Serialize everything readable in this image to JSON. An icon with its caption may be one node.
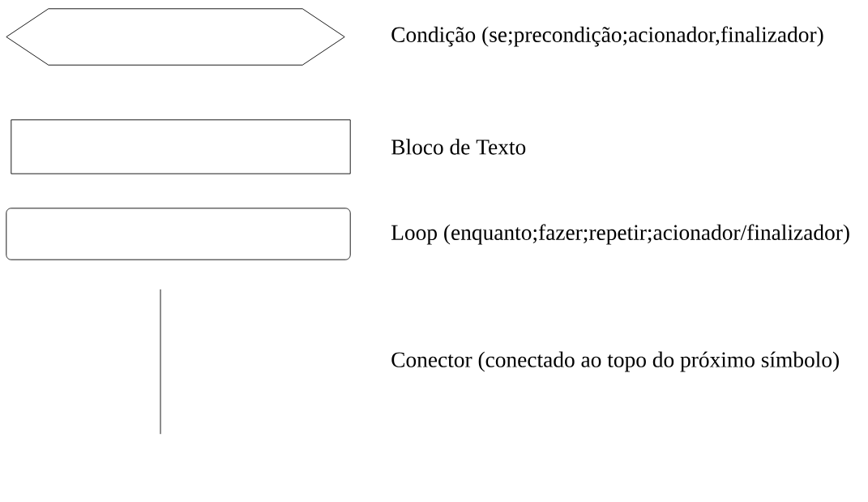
{
  "diagram": {
    "nodes": [
      {
        "text": [],
        "shape": "hexagon",
        "beside": [
          "Condição (se;precondição;acionador,finalizador)"
        ]
      },
      {
        "text": [],
        "shape": "box",
        "beside": [
          "Bloco de Texto"
        ]
      },
      {
        "text": [],
        "shape": "rounded",
        "beside": [
          "Loop (enquanto;fazer;repetir;acionador/finalizador)"
        ]
      },
      {
        "text": [],
        "shape": "line"
      }
    ],
    "labels": [
      "Conector (conectado ao topo do próximo símbolo)"
    ]
  }
}
